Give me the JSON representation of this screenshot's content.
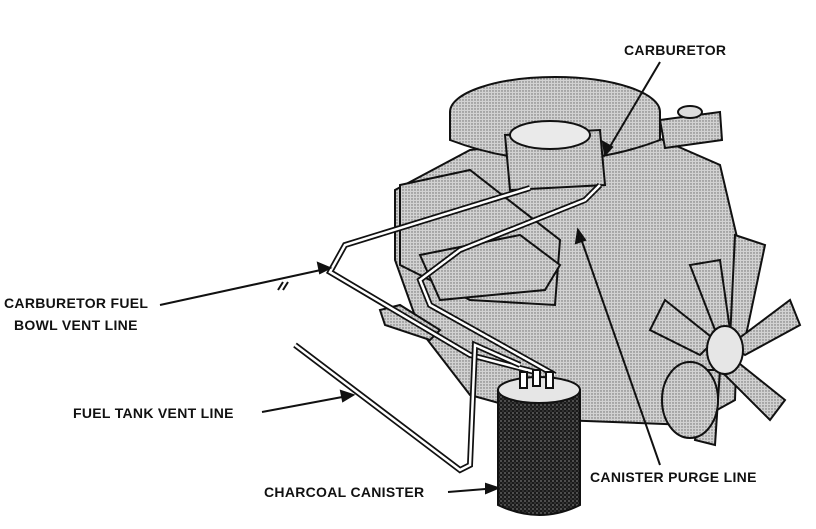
{
  "labels": {
    "carburetor": "CARBURETOR",
    "fuel_bowl_vent_line_1": "CARBURETOR FUEL",
    "fuel_bowl_vent_line_2": "BOWL VENT LINE",
    "fuel_tank_vent_line": "FUEL TANK VENT LINE",
    "canister_purge_line": "CANISTER PURGE LINE",
    "charcoal_canister": "CHARCOAL CANISTER"
  },
  "colors": {
    "ink": "#111111",
    "engine_shade": "#bdbdbd",
    "canister_fill": "#2a2a2a",
    "background": "#ffffff"
  }
}
